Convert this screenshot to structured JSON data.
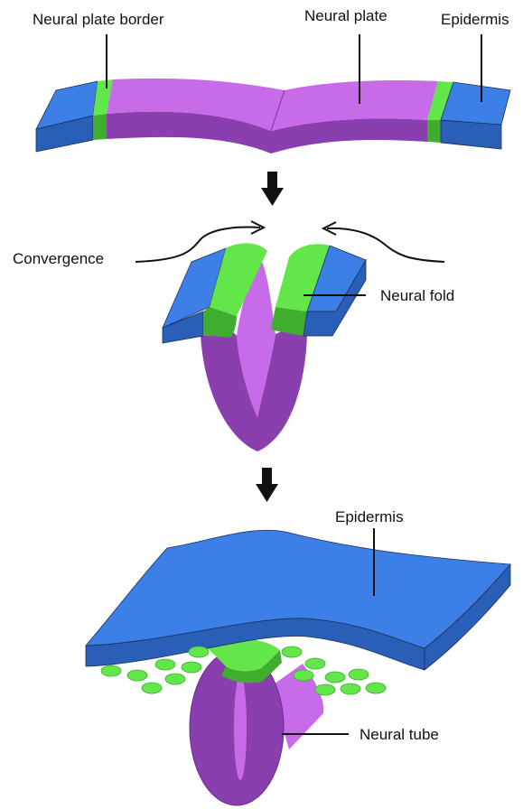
{
  "labels": {
    "neural_plate_border": "Neural plate border",
    "neural_plate": "Neural plate",
    "epidermis_top": "Epidermis",
    "convergence": "Convergence",
    "neural_fold": "Neural fold",
    "epidermis_bottom": "Epidermis",
    "neural_tube": "Neural tube"
  },
  "colors": {
    "epidermis_top": "#3c7fe6",
    "epidermis_side": "#2a5fb8",
    "neural_plate_top": "#c86be8",
    "neural_plate_side": "#8a3fae",
    "border_top": "#62e64a",
    "border_side": "#3fae2e",
    "outline": "#1f2f5a",
    "arrow": "#111111"
  }
}
